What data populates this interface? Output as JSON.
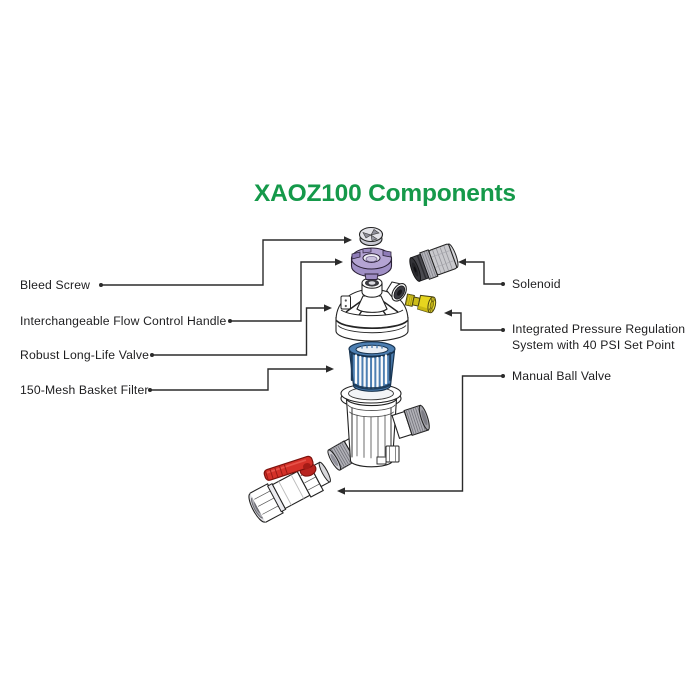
{
  "title": {
    "text": "XAOZ100 Components",
    "color": "#15994a"
  },
  "labels": {
    "left": [
      {
        "text": "Bleed Screw"
      },
      {
        "text": "Interchangeable Flow Control Handle"
      },
      {
        "text": "Robust Long-Life Valve"
      },
      {
        "text": "150-Mesh Basket Filter"
      }
    ],
    "right": [
      {
        "text": "Solenoid"
      },
      {
        "text": "Integrated Pressure Regulation System with 40 PSI Set Point"
      },
      {
        "text": "Manual Ball Valve"
      }
    ]
  },
  "diagram": {
    "parts": [
      "bleed-screw",
      "flow-control-handle",
      "solenoid",
      "valve-body",
      "pressure-regulator",
      "basket-filter",
      "filter-housing",
      "inlet-nipple",
      "manual-ball-valve"
    ],
    "colors": {
      "handle_purple": "#b4a4d3",
      "handle_purple_dark": "#8f7cb8",
      "regulator_yellow": "#e6d51f",
      "filter_blue": "#4d7fb2",
      "ball_valve_red": "#d43028",
      "solenoid_gray": "#c9c9cd",
      "leader_line": "#2b2b2b"
    }
  }
}
